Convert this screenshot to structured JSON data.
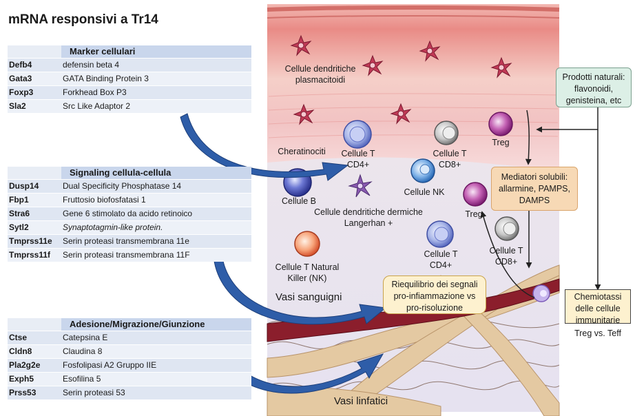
{
  "title": "mRNA responsivi a Tr14",
  "tables": [
    {
      "header": "Marker cellulari",
      "rows": [
        {
          "gene": "Defb4",
          "desc": "defensin beta 4"
        },
        {
          "gene": "Gata3",
          "desc": "GATA Binding Protein 3"
        },
        {
          "gene": "Foxp3",
          "desc": "Forkhead Box P3"
        },
        {
          "gene": "Sla2",
          "desc": "Src Like Adaptor 2"
        }
      ]
    },
    {
      "header": "Signaling cellula-cellula",
      "rows": [
        {
          "gene": "Dusp14",
          "desc": "Dual Specificity Phosphatase 14"
        },
        {
          "gene": "Fbp1",
          "desc": "Fruttosio biofosfatasi 1"
        },
        {
          "gene": "Stra6",
          "desc": "Gene 6 stimolato da acido retinoico"
        },
        {
          "gene": "Sytl2",
          "desc": "Synaptotagmin-like protein."
        },
        {
          "gene": "Tmprss11e",
          "desc": "Serin proteasi transmembrana 11e"
        },
        {
          "gene": "Tmprss11f",
          "desc": "Serin proteasi transmembrana 11F"
        }
      ]
    },
    {
      "header": "Adesione/Migrazione/Giunzione",
      "rows": [
        {
          "gene": "Ctse",
          "desc": "Catepsina E"
        },
        {
          "gene": "Cldn8",
          "desc": "Claudina 8"
        },
        {
          "gene": "Pla2g2e",
          "desc": "Fosfolipasi A2 Gruppo IIE"
        },
        {
          "gene": "Exph5",
          "desc": "Esofilina 5"
        },
        {
          "gene": "Prss53",
          "desc": "Serin proteasi 53"
        }
      ]
    }
  ],
  "labels": {
    "pdc": "Cellule dendritiche plasmacitoidi",
    "keratinocytes": "Cheratinociti",
    "cd4_top": "Cellule T CD4+",
    "cd8_top": "Cellule T CD8+",
    "treg_top": "Treg",
    "bcell": "Cellule B",
    "nk": "Cellule NK",
    "langerhans": "Cellule dendritiche dermiche Langerhan +",
    "treg_mid": "Treg",
    "nkt": "Cellule T Natural Killer (NK)",
    "cd4_mid": "Cellule T CD4+",
    "cd8_mid": "Cellule T CD8+",
    "blood": "Vasi sanguigni",
    "lymph": "Vasi linfatici"
  },
  "boxes": {
    "natural": "Prodotti naturali: flavonoidi, genisteina, etc",
    "mediators": "Mediatori solubili: allarmine, PAMPS, DAMPS",
    "balance": "Riequilibrio dei segnali pro-infiammazione vs pro-risoluzione",
    "chemotaxis": "Chemiotassi delle cellule immunitarie",
    "treg_teff": "Treg vs. Teff"
  },
  "colors": {
    "table_header": "#c9d6ec",
    "table_row": "#dfe6f2",
    "arrow_blue": "#2e5da8",
    "box_peach": "#f7d9b5",
    "box_green": "#dcefe6",
    "box_yellow": "#fdf1cf",
    "treg_purple": "#9c2f8c"
  }
}
